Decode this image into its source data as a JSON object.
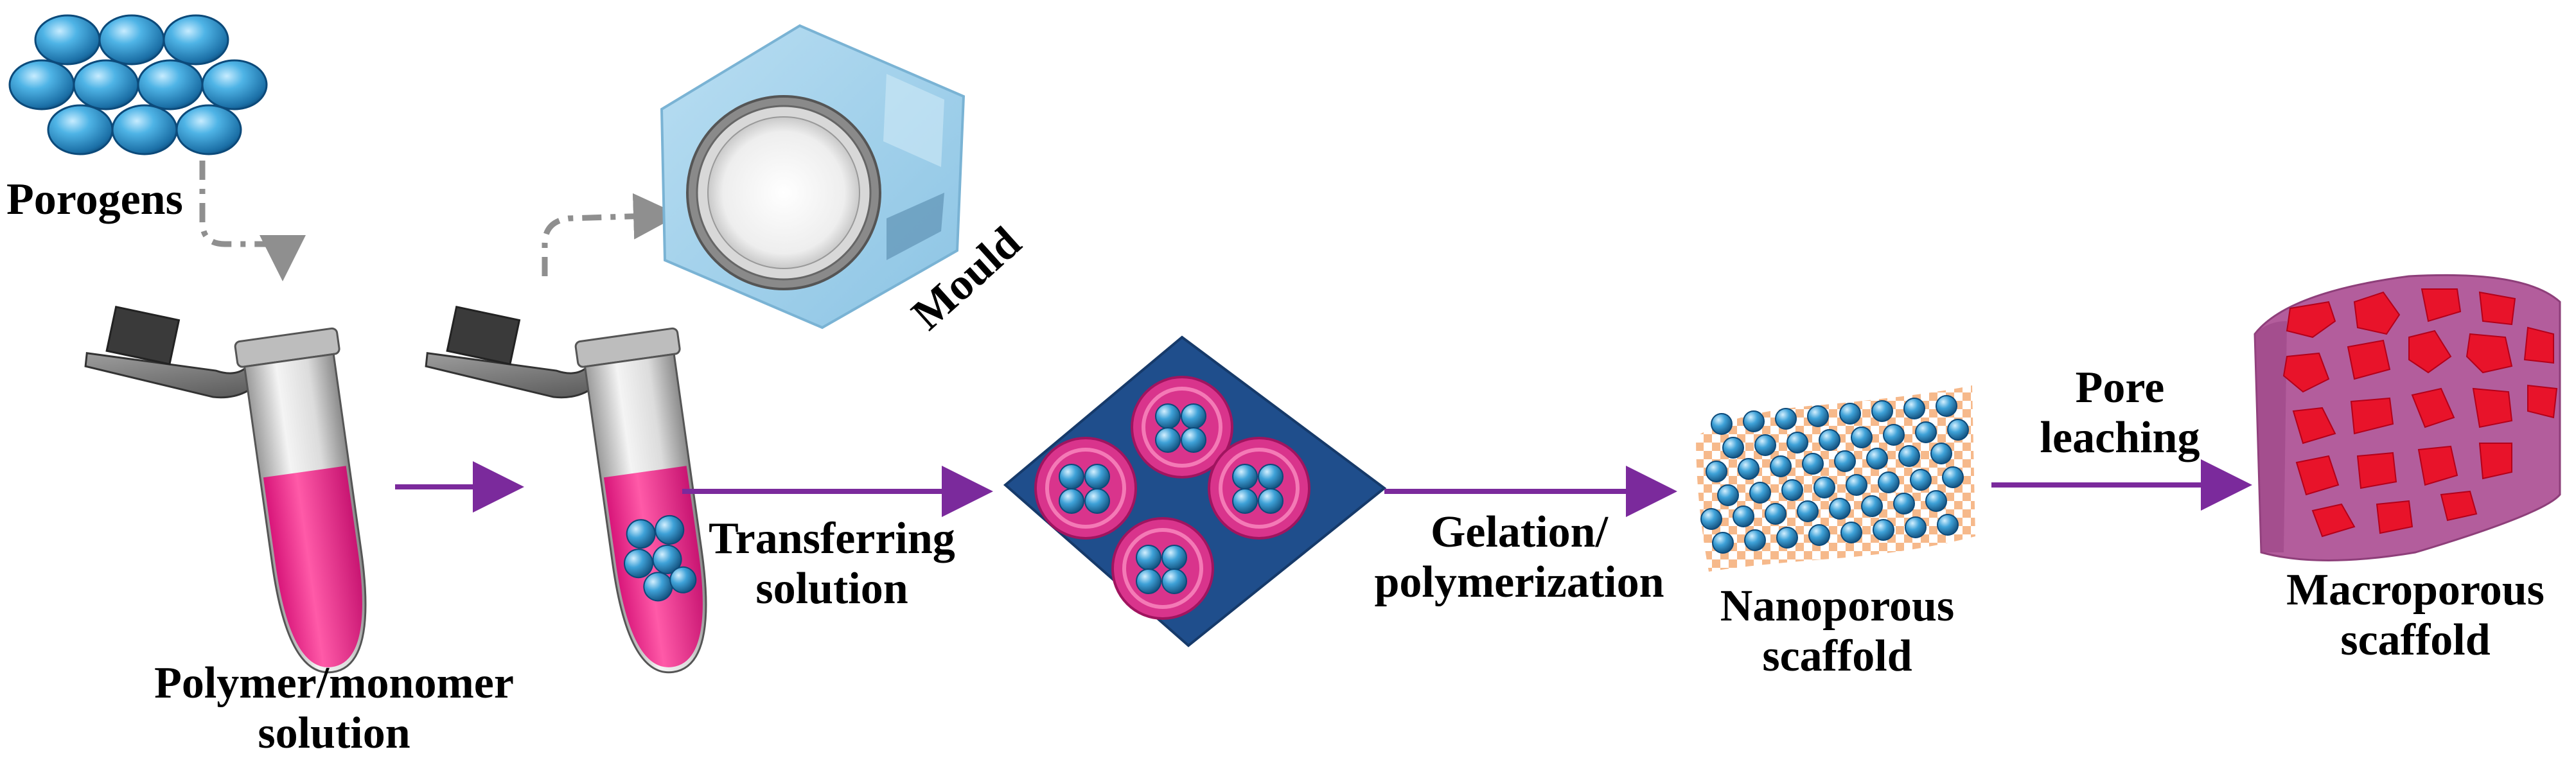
{
  "labels": {
    "porogens": "Porogens",
    "mould": "Mould",
    "polymer_solution": [
      "Polymer/monomer",
      "solution"
    ],
    "transferring": [
      "Transferring",
      "solution"
    ],
    "gelation": [
      "Gelation/",
      "polymerization"
    ],
    "nanoporous": [
      "Nanoporous",
      "scaffold"
    ],
    "pore_leaching": [
      "Pore",
      "leaching"
    ],
    "macroporous": [
      "Macroporous",
      "scaffold"
    ]
  },
  "colors": {
    "porogen_blue": "#2a8fc4",
    "polymer_pink": "#ee2d8a",
    "arrow_purple": "#7b2a9c",
    "mould_blue": "#9ecde8",
    "substrate_navy": "#1f4e8c",
    "mesh_orange": "#f4a46a",
    "scaffold_purple": "#b35d9c",
    "pore_red": "#e8132a",
    "dashed_gray": "#8f8f8f"
  }
}
